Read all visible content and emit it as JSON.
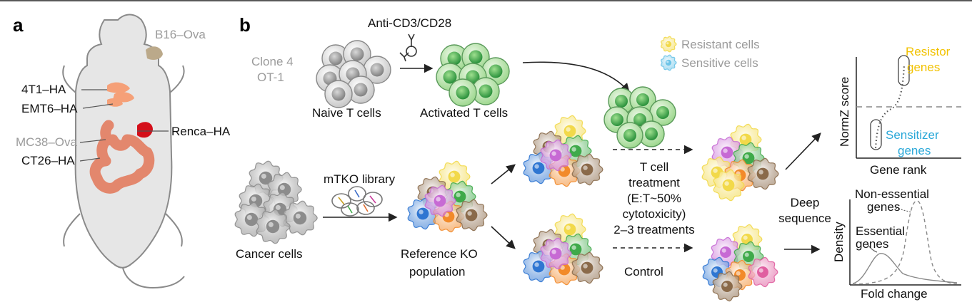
{
  "panel_a": {
    "label": "a",
    "tumors": [
      {
        "name": "B16–Ova",
        "color": "#9b9b9b"
      },
      {
        "name": "4T1–HA",
        "color": "#111111"
      },
      {
        "name": "EMT6–HA",
        "color": "#111111"
      },
      {
        "name": "MC38–Ova",
        "color": "#9b9b9b"
      },
      {
        "name": "CT26–HA",
        "color": "#111111"
      },
      {
        "name": "Renca–HA",
        "color": "#111111"
      }
    ]
  },
  "panel_b": {
    "label": "b",
    "clone_label": [
      "Clone 4",
      "OT-1"
    ],
    "stimulus": "Anti-CD3/CD28",
    "naive": "Naive T cells",
    "activated": "Activated T cells",
    "legend": {
      "resistant": "Resistant cells",
      "sensitive": "Sensitive cells"
    },
    "cancer": "Cancer cells",
    "library": "mTKO library",
    "reference": [
      "Reference KO",
      "population"
    ],
    "treatment": [
      "T cell",
      "treatment",
      "(E:T~50%",
      "cytotoxicity)",
      "2–3 treatments"
    ],
    "control": "Control",
    "deep": [
      "Deep",
      "sequence"
    ],
    "top_plot": {
      "ylabel": "NormZ score",
      "xlabel": "Gene rank",
      "resistor": [
        "Resistor",
        "genes"
      ],
      "sensitizer": [
        "Sensitizer",
        "genes"
      ]
    },
    "bottom_plot": {
      "ylabel": "Density",
      "xlabel": "Fold change",
      "nonessential": [
        "Non-essential",
        "genes"
      ],
      "essential": [
        "Essential",
        "genes"
      ]
    }
  },
  "colors": {
    "resistant": "#f2d94a",
    "sensitive": "#6cc4e8",
    "resistor_text": "#f2c200",
    "sensitizer_text": "#2aa8d8",
    "tcell": "#3faa4a",
    "tumor_red": "#d40f1a",
    "tumor_orange": "#f08a64"
  }
}
